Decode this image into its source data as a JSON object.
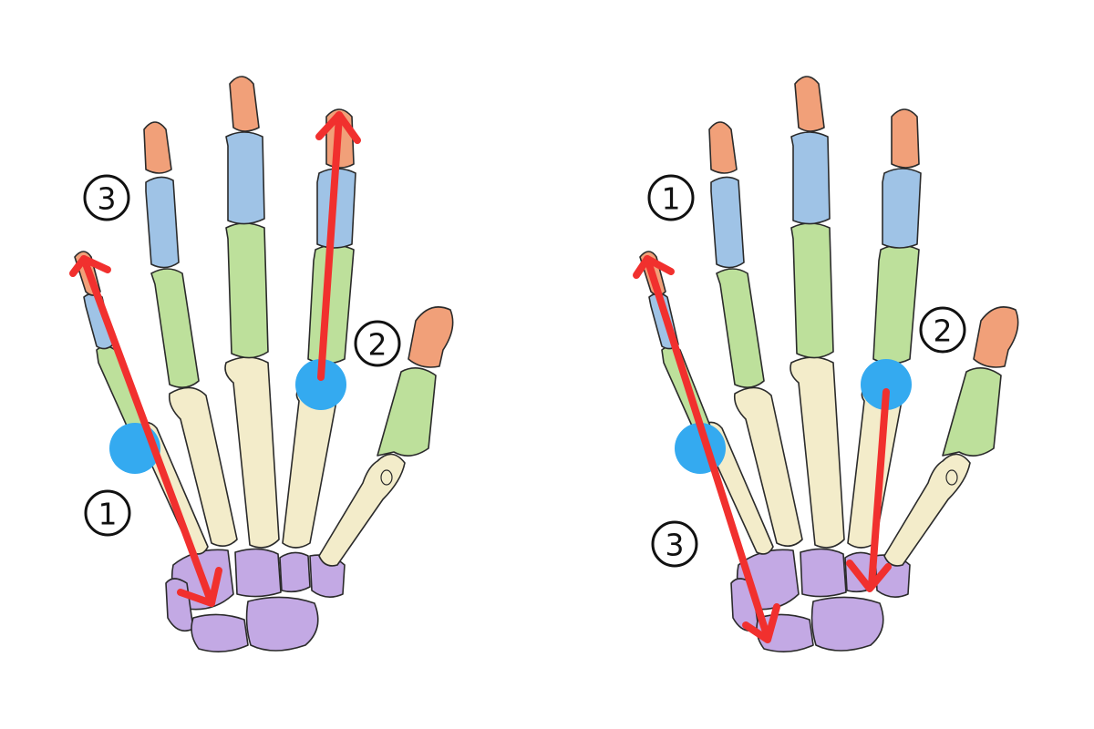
{
  "colors": {
    "distal_phalanx": "#f1a079",
    "middle_phalanx": "#9fc3e6",
    "proximal_phalanx": "#bde09b",
    "metacarpal": "#f3ecca",
    "carpal": "#c3a9e4",
    "joint_marker": "#34aaf0",
    "arrow": "#f1302e",
    "outline": "#2b2b2b"
  },
  "diagrams": [
    {
      "id": "left",
      "labels": [
        {
          "id": "1",
          "text": "1"
        },
        {
          "id": "2",
          "text": "2"
        },
        {
          "id": "3",
          "text": "3"
        }
      ]
    },
    {
      "id": "right",
      "labels": [
        {
          "id": "1",
          "text": "1"
        },
        {
          "id": "2",
          "text": "2"
        },
        {
          "id": "3",
          "text": "3"
        }
      ]
    }
  ]
}
